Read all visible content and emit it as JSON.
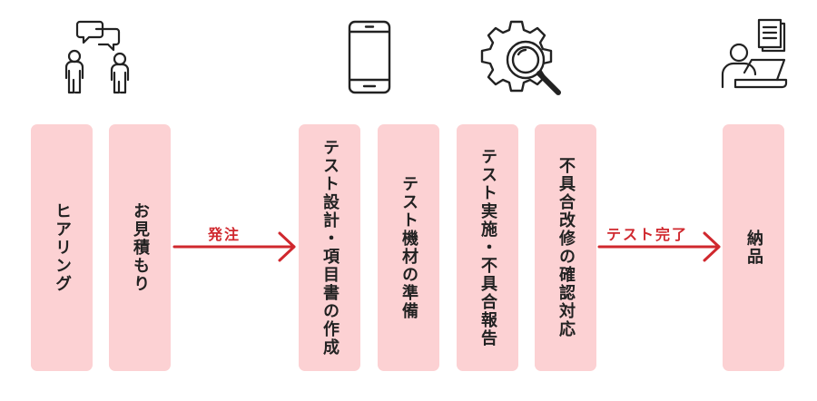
{
  "steps": [
    {
      "label": "ヒアリング"
    },
    {
      "label": "お見積もり"
    },
    {
      "label": "テスト設計・項目書の作成"
    },
    {
      "label": "テスト機材の準備"
    },
    {
      "label": "テスト実施・不具合報告"
    },
    {
      "label": "不具合改修の確認対応"
    },
    {
      "label": "納品"
    }
  ],
  "arrows": [
    {
      "label": "発注"
    },
    {
      "label": "テスト完了"
    }
  ],
  "icons": [
    "conversation-icon",
    "smartphone-icon",
    "gear-magnifier-icon",
    "person-laptop-document-icon"
  ],
  "colors": {
    "step_bg": "#fcd1d3",
    "arrow": "#d0282e",
    "icon": "#222222"
  }
}
